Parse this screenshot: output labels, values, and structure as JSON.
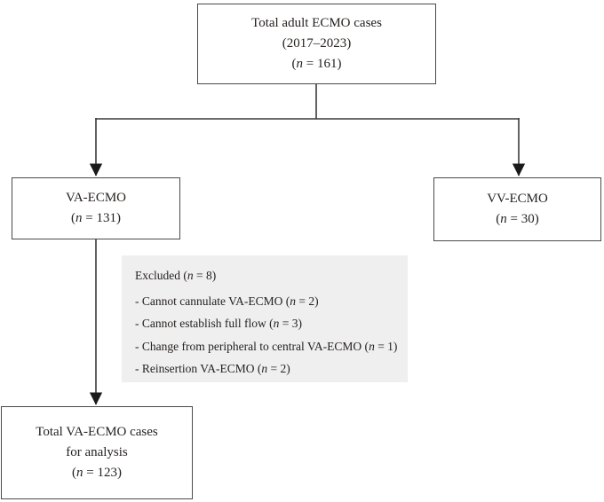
{
  "diagram": {
    "title": "ECMO case selection flowchart",
    "colors": {
      "box_border": "#4a4a4a",
      "line": "#3a3a3a",
      "arrow": "#1a1a1a",
      "excluded_bg": "#efefef",
      "text": "#262220",
      "background": "#ffffff"
    },
    "top_box": {
      "lines": [
        "Total adult ECMO cases",
        "(2017–2023)",
        "(n = 161)"
      ]
    },
    "va_box": {
      "lines": [
        "VA-ECMO",
        "(n = 131)"
      ]
    },
    "vv_box": {
      "lines": [
        "VV-ECMO",
        "(n = 30)"
      ]
    },
    "excluded_box": {
      "title": "Excluded (n = 8)",
      "items": [
        "- Cannot cannulate VA-ECMO (n = 2)",
        "- Cannot establish full flow (n = 3)",
        "- Change from peripheral to central VA-ECMO (n = 1)",
        "- Reinsertion VA-ECMO (n = 2)"
      ]
    },
    "analysis_box": {
      "lines": [
        "Total VA-ECMO cases",
        "for analysis",
        "(n = 123)"
      ]
    }
  }
}
